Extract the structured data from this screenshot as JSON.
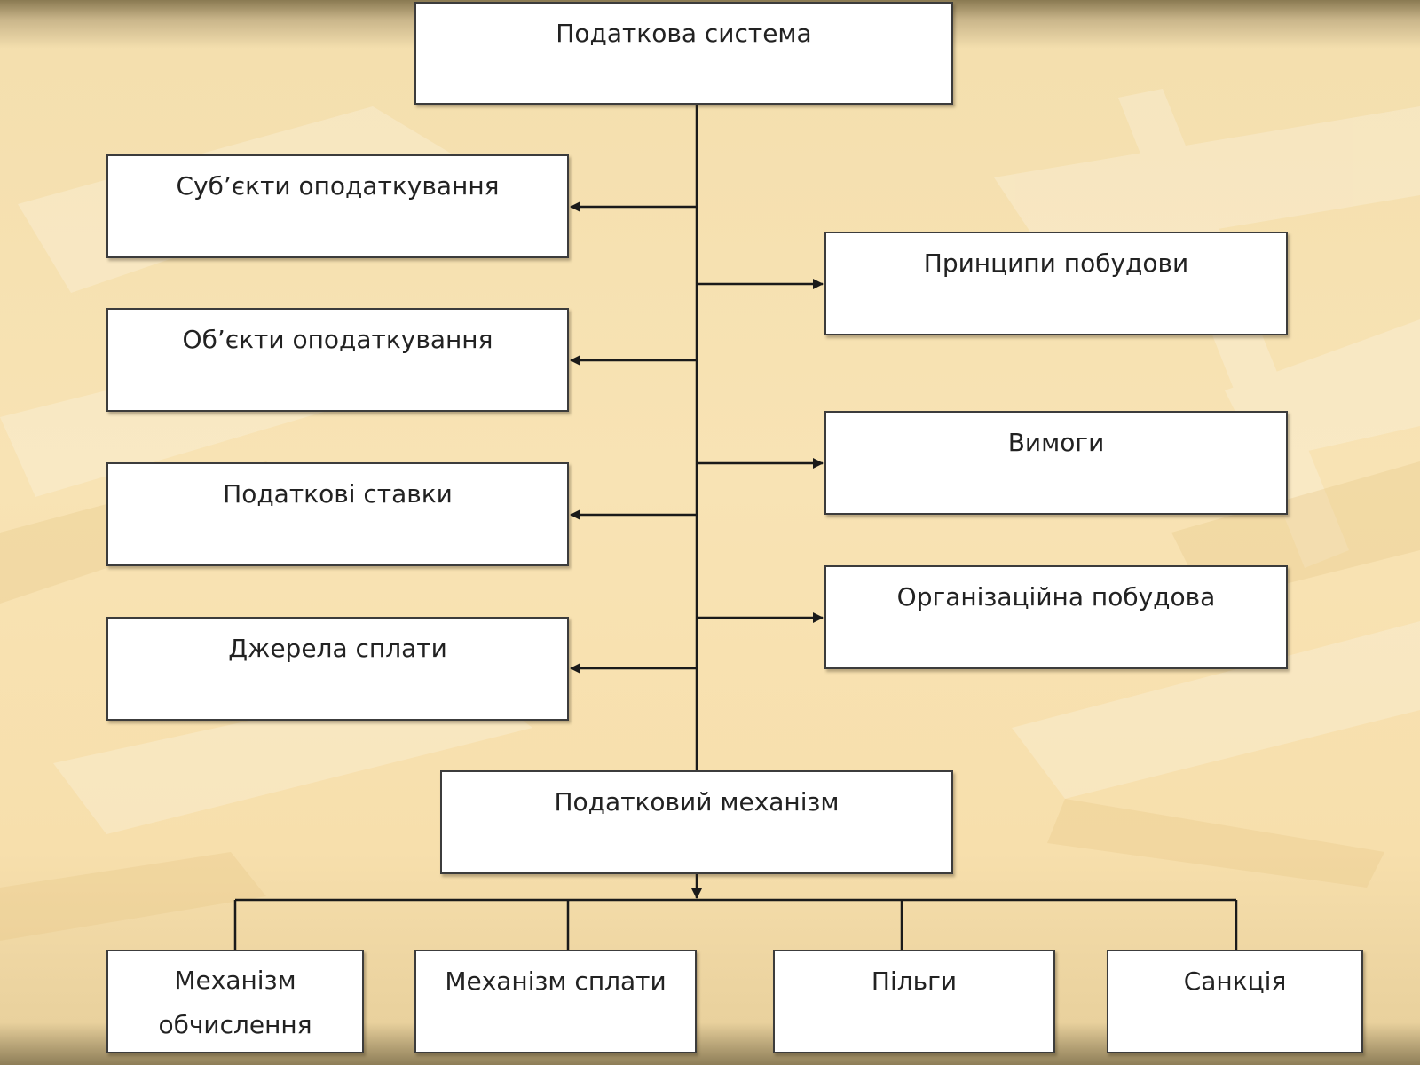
{
  "diagram": {
    "root": "Податкова система",
    "left_items": [
      "Суб’єкти оподаткування",
      "Об’єкти оподаткування",
      "Податкові ставки",
      "Джерела сплати"
    ],
    "right_items": [
      "Принципи побудови",
      "Вимоги",
      "Організаційна побудова"
    ],
    "mechanism": "Податковий механізм",
    "mechanism_children": [
      "Механізм обчислення",
      "Механізм сплати",
      "Пільги",
      "Санкція"
    ]
  }
}
